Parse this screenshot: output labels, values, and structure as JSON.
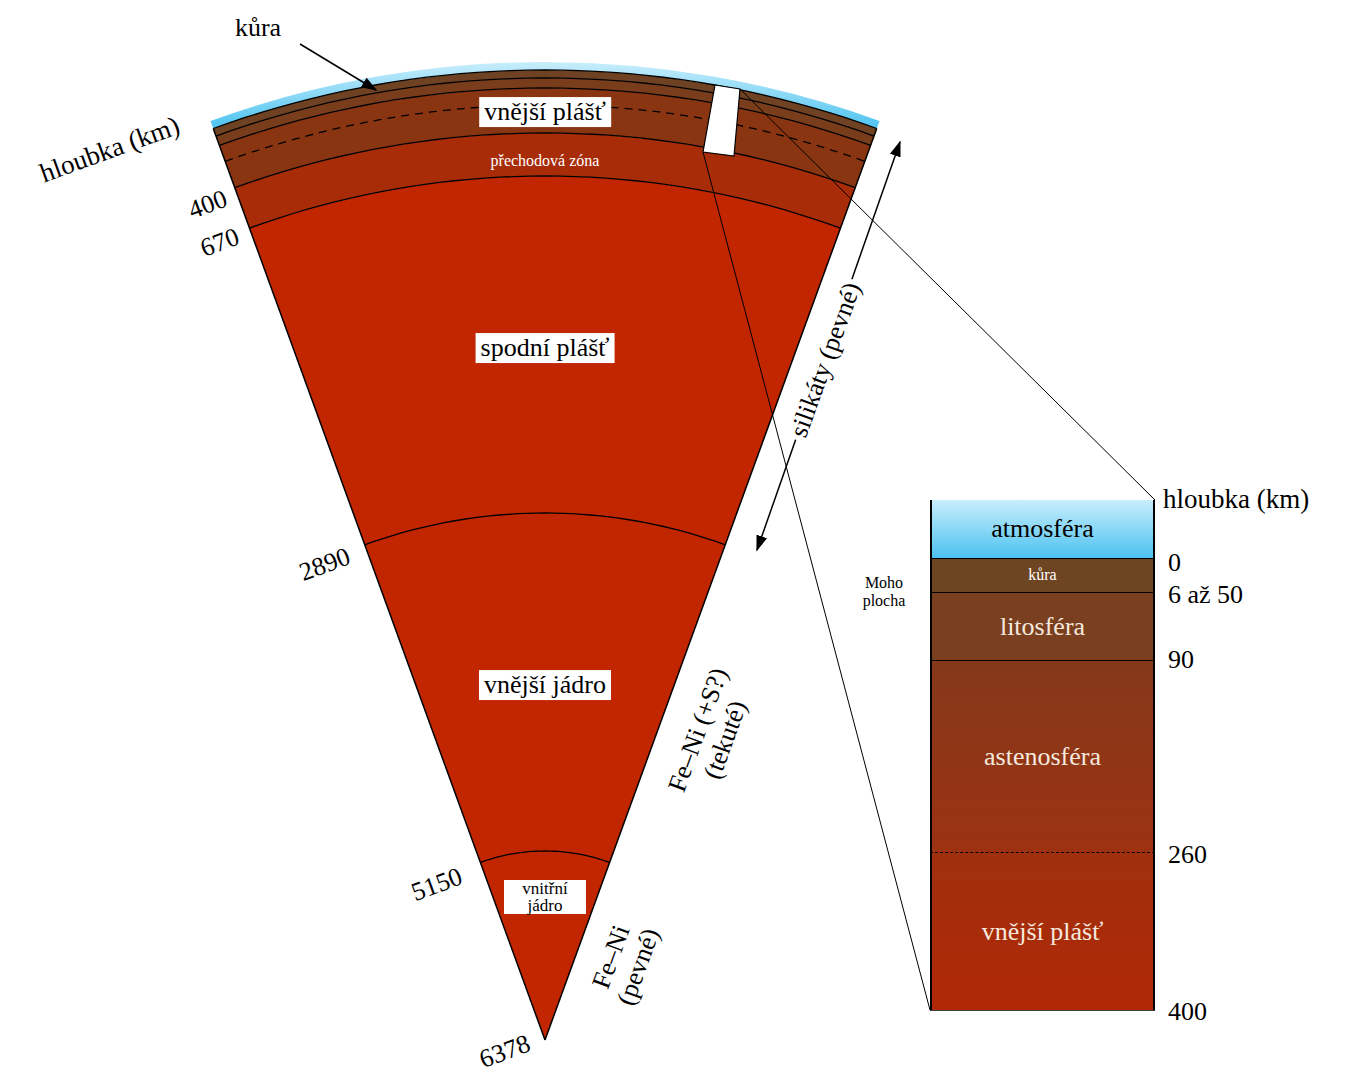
{
  "diagram": {
    "nodes": [
      {
        "text": [
          "vnější plášť"
        ]
      },
      {
        "text": [
          "přechodová zóna"
        ]
      },
      {
        "text": [
          "spodní plášť"
        ]
      },
      {
        "text": [
          "vnější jádro"
        ]
      },
      {
        "text": [
          "vnitřní jádro"
        ]
      },
      {
        "text": [
          "atmosféra"
        ]
      },
      {
        "text": [
          "kůra"
        ]
      },
      {
        "text": [
          "litosféra"
        ]
      },
      {
        "text": [
          "astenosféra"
        ]
      },
      {
        "text": [
          "vnější plášť"
        ]
      }
    ],
    "labels": [
      "kůra",
      "hloubka (km)",
      "400",
      "670",
      "2890",
      "5150",
      "6378",
      "silikáty (pevné)",
      "Fe–Ni (+S?) (tekuté)",
      "Fe–Ni (pevné)",
      "hloubka (km)",
      "0",
      "6 až 50",
      "90",
      "260",
      "400",
      "Moho plocha"
    ]
  }
}
